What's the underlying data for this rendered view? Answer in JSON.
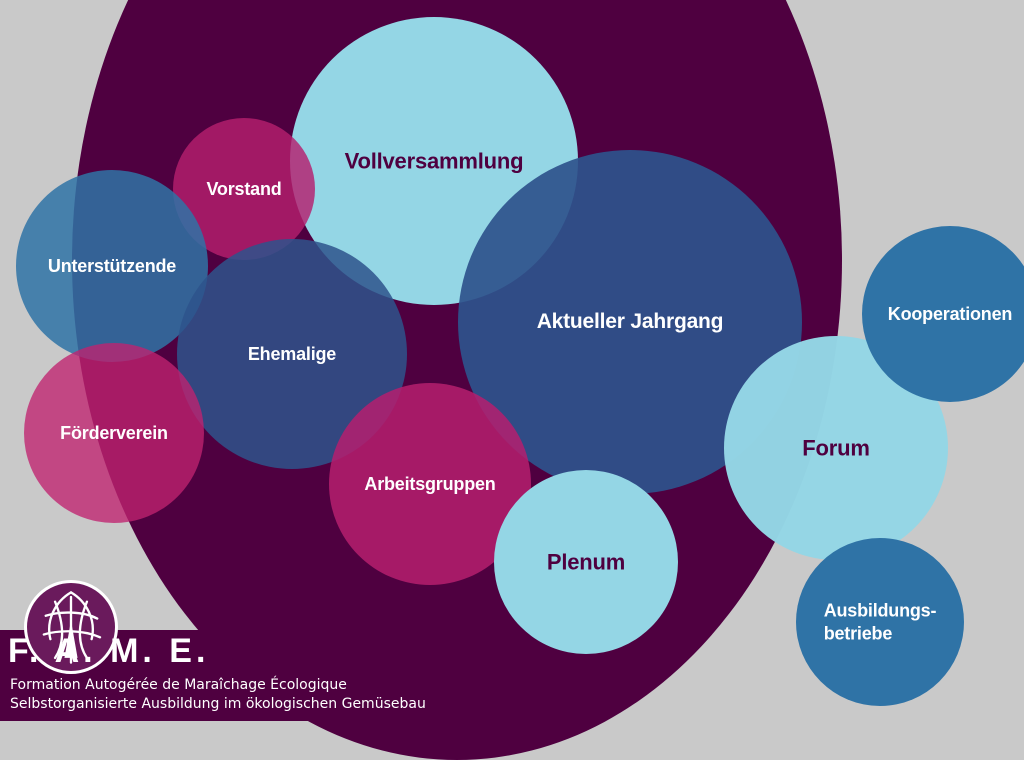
{
  "diagram": {
    "nodes": [
      {
        "id": "vollversammlung",
        "label": "Vollversammlung",
        "color": "#94d6e5",
        "text_color": "#4f0040"
      },
      {
        "id": "vorstand",
        "label": "Vorstand",
        "color": "#b51e6e",
        "text_color": "#ffffff"
      },
      {
        "id": "unterstuetzende",
        "label": "Unterstützende",
        "color": "#2f73a6",
        "text_color": "#ffffff"
      },
      {
        "id": "ehemalige",
        "label": "Ehemalige",
        "color": "#2e538c",
        "text_color": "#ffffff"
      },
      {
        "id": "aktueller_jahrgang",
        "label": "Aktueller Jahrgang",
        "color": "#2e538c",
        "text_color": "#ffffff"
      },
      {
        "id": "foerderverein",
        "label": "Förderverein",
        "color": "#c0236f",
        "text_color": "#ffffff"
      },
      {
        "id": "arbeitsgruppen",
        "label": "Arbeitsgruppen",
        "color": "#b51e6e",
        "text_color": "#ffffff"
      },
      {
        "id": "plenum",
        "label": "Plenum",
        "color": "#94d6e5",
        "text_color": "#4f0040"
      },
      {
        "id": "forum",
        "label": "Forum",
        "color": "#94d6e5",
        "text_color": "#4f0040"
      },
      {
        "id": "kooperationen",
        "label": "Kooperationen",
        "color": "#2f73a6",
        "text_color": "#ffffff"
      },
      {
        "id": "ausbildungsbetriebe",
        "label": "Ausbildungs-\nbetriebe",
        "color": "#2f73a6",
        "text_color": "#ffffff"
      }
    ],
    "background_circle_color": "#4f0040"
  },
  "logo": {
    "name": "F. A. M. E.",
    "subtitle_fr": "Formation Autogérée de Maraîchage Écologique",
    "subtitle_de": "Selbstorganisierte Ausbildung im ökologischen Gemüsebau"
  }
}
